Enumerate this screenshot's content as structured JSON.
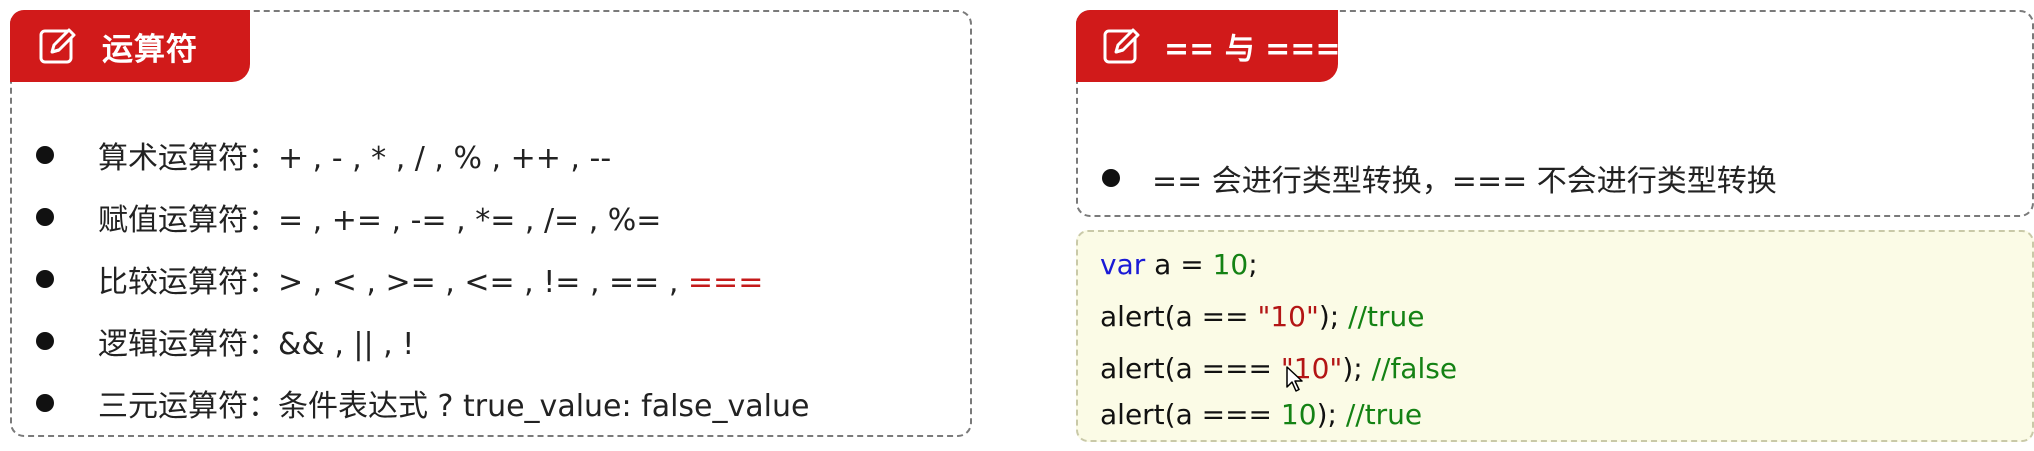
{
  "left_card": {
    "title": "运算符",
    "items": [
      {
        "label": "算术运算符：",
        "value": "+ , - , * , / , % , ++ , --"
      },
      {
        "label": "赋值运算符：",
        "value": "= , += , -= , *= , /= , %="
      },
      {
        "label": "比较运算符：",
        "value": "> , < , >= , <= , != , == , ",
        "highlight": "==="
      },
      {
        "label": "逻辑运算符：",
        "value": "&& , || , !"
      },
      {
        "label": "三元运算符：",
        "value": "条件表达式 ? true_value: false_value"
      }
    ]
  },
  "right_card": {
    "title": "== 与 ===",
    "items": [
      {
        "text": "== 会进行类型转换，=== 不会进行类型转换"
      }
    ]
  },
  "code": {
    "lines": [
      {
        "kw": "var",
        "body": " a = ",
        "num": "10",
        "tail": ";"
      },
      {
        "pre": "alert(a == ",
        "str": "\"10\"",
        "post": "); ",
        "cmt": "//true"
      },
      {
        "pre": "alert(a === ",
        "str": "\"10\"",
        "post": "); ",
        "cmt": "//false"
      },
      {
        "pre": "alert(a === ",
        "num": "10",
        "post": "); ",
        "cmt": "//true"
      }
    ]
  },
  "colors": {
    "tab_red": "#d11a1a",
    "highlight_red": "#c41a1a",
    "code_bg": "#fbfbe6",
    "keyword_blue": "#1a1ad6",
    "number_green": "#148214",
    "string_red": "#b31515"
  },
  "icons": {
    "tab_icon": "edit-note-icon",
    "cursor": "mouse-pointer-icon"
  }
}
